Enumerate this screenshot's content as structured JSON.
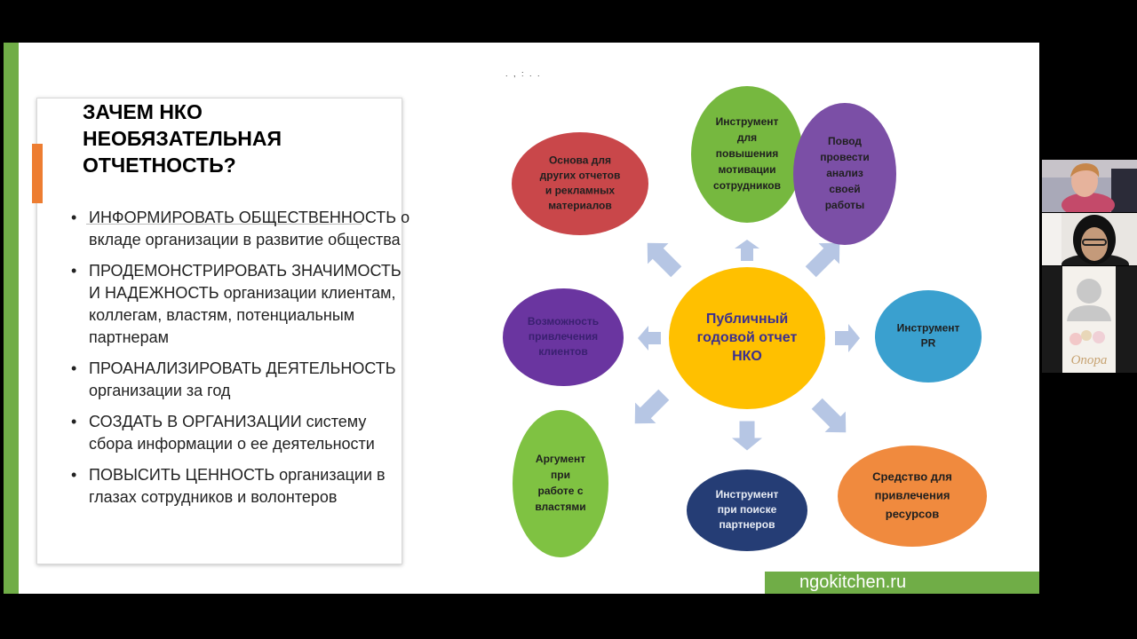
{
  "slide": {
    "title_lines": [
      "ЗАЧЕМ НКО",
      "НЕОБЯЗАТЕЛЬНАЯ",
      "ОТЧЕТНОСТЬ?"
    ],
    "bullets": [
      {
        "caps": "ИНФОРМИРОВАТЬ ОБЩЕСТВЕННОСТЬ",
        "rest": " о вкладе организации в развитие общества"
      },
      {
        "caps": "ПРОДЕМОНСТРИРОВАТЬ ЗНАЧИМОСТЬ И НАДЕЖНОСТЬ",
        "rest": " организации клиентам, коллегам, властям, потенциальным партнерам"
      },
      {
        "caps": "ПРОАНАЛИЗИРОВАТЬ ДЕЯТЕЛЬНОСТЬ",
        "rest": " организации за год"
      },
      {
        "caps": "СОЗДАТЬ В ОРГАНИЗАЦИИ",
        "rest": " систему сбора информации о ее деятельности"
      },
      {
        "caps": "ПОВЫСИТЬ ЦЕННОСТЬ",
        "rest": " организации в глазах сотрудников и волонтеров"
      }
    ],
    "footer": "ngokitchen.ru",
    "marks": ". , : . ."
  },
  "diagram": {
    "center": {
      "lines": [
        "Публичный",
        "годовой отчет",
        "НКО"
      ],
      "color": "#ffc000",
      "text_color": "#3b2f8f"
    },
    "nodes": [
      {
        "id": "osnova",
        "lines": [
          "Основа для",
          "других отчетов",
          "и рекламных",
          "материалов"
        ],
        "color": "#c9474a"
      },
      {
        "id": "motivation",
        "lines": [
          "Инструмент",
          "для",
          "повышения",
          "мотивации",
          "сотрудников"
        ],
        "color": "#76b83f"
      },
      {
        "id": "analysis",
        "lines": [
          "Повод",
          "провести",
          "анализ",
          "своей",
          "работы"
        ],
        "color": "#7b4fa6"
      },
      {
        "id": "pr",
        "lines": [
          "Инструмент",
          "PR"
        ],
        "color": "#3aa0cf"
      },
      {
        "id": "resources",
        "lines": [
          "Средство для",
          "привлечения",
          "ресурсов"
        ],
        "color": "#f08a3e"
      },
      {
        "id": "partners",
        "lines": [
          "Инструмент",
          "при поиске",
          "партнеров"
        ],
        "color": "#253d75"
      },
      {
        "id": "authorities",
        "lines": [
          "Аргумент",
          "при",
          "работе с",
          "властями"
        ],
        "color": "#7fc242"
      },
      {
        "id": "clients",
        "lines": [
          "Возможность",
          "привлечения",
          "клиентов"
        ],
        "color": "#6a35a0"
      }
    ],
    "arrow_color": "#b6c6e4"
  },
  "participants": [
    {
      "name": "participant-video-1"
    },
    {
      "name": "participant-video-2"
    },
    {
      "name": "participant-avatar-3",
      "logo_text": "Опора"
    }
  ],
  "colors": {
    "accent_green": "#70ad47",
    "accent_orange": "#ed7d31",
    "background": "#000000"
  }
}
